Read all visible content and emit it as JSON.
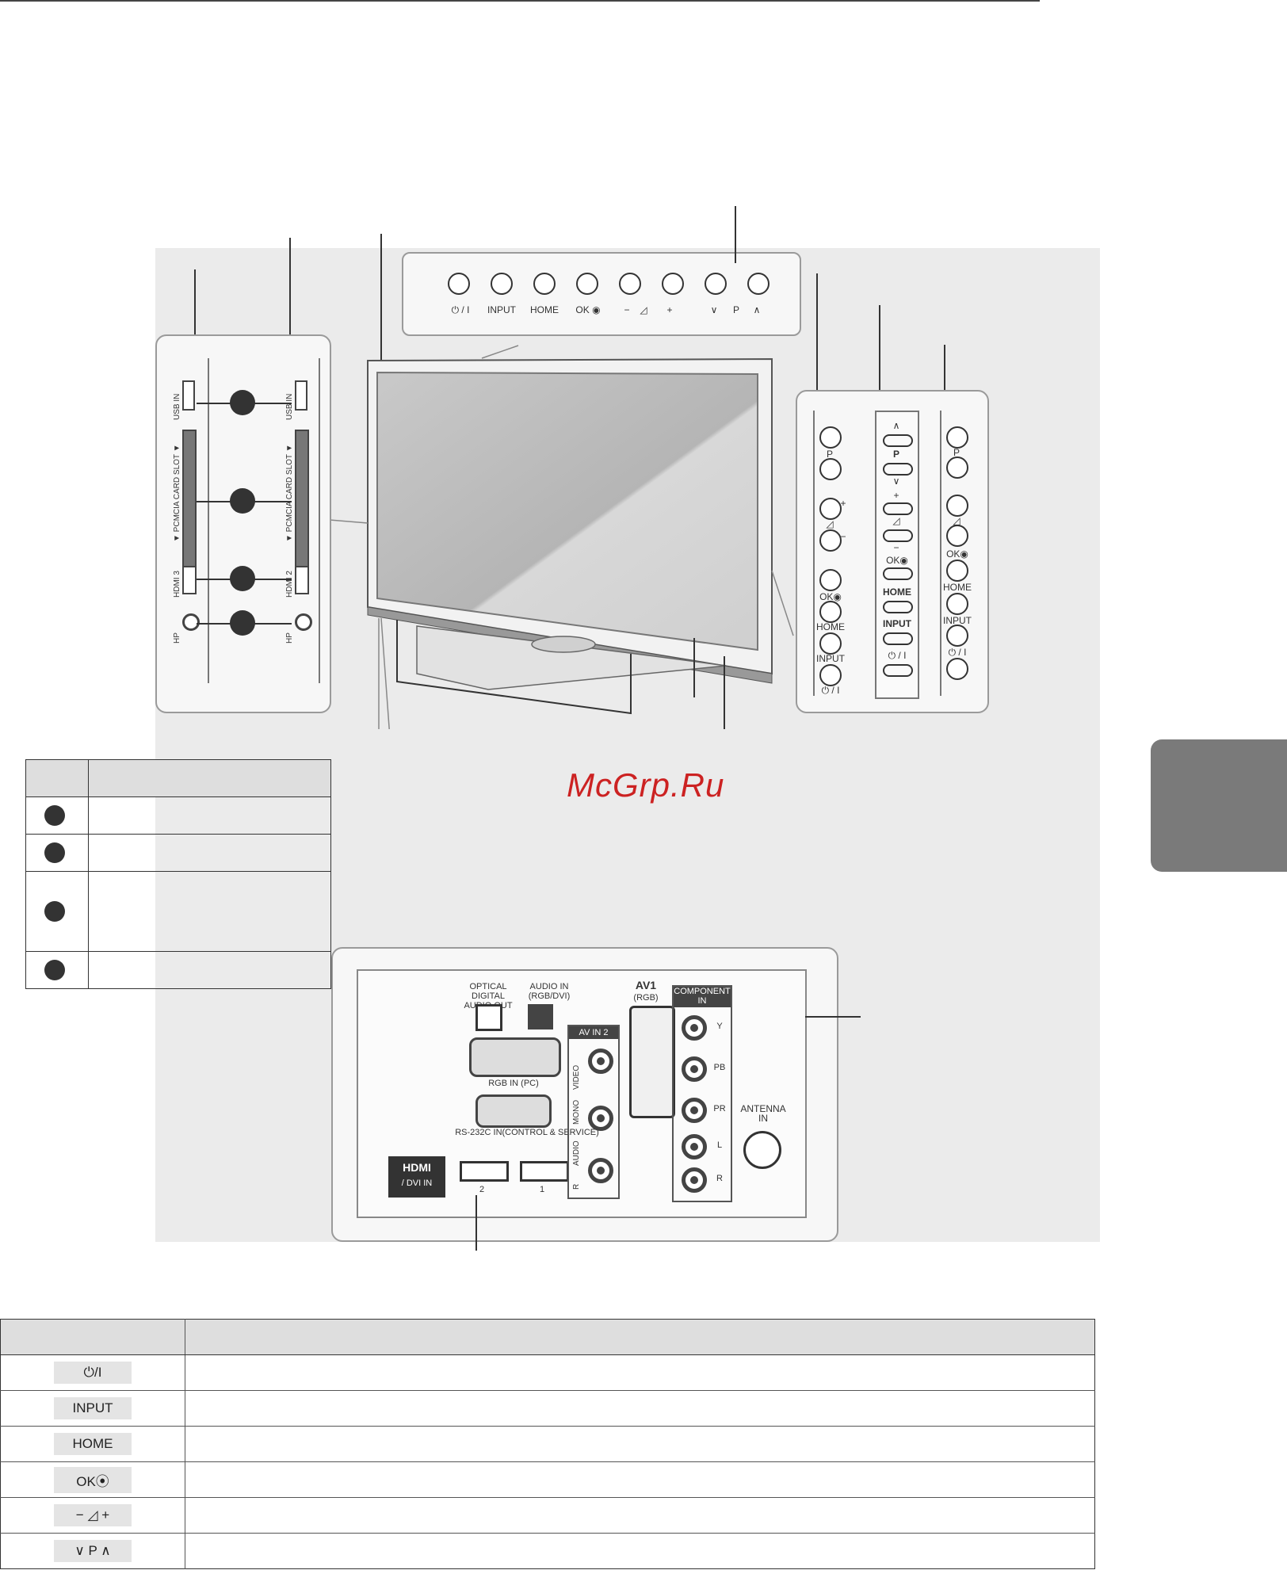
{
  "page": {
    "watermark": "McGrp.Ru"
  },
  "front_panel": {
    "buttons": [
      "⏻ / I",
      "INPUT",
      "HOME",
      "OK ◉",
      "−",
      "◿",
      "+",
      "∨",
      "P",
      "∧"
    ]
  },
  "side_panel": {
    "left_labels": [
      "USB IN",
      "▼ PCMCIA CARD SLOT ▼",
      "HDMI 3",
      "HP"
    ],
    "right_labels": [
      "USB IN",
      "▼ PCMCIA CARD SLOT ▼",
      "HDMI 2",
      "HP"
    ]
  },
  "right_panels": {
    "panel_a": [
      "P",
      "+",
      "◿",
      "−",
      "OK◉",
      "HOME",
      "INPUT",
      "⏻ / I"
    ],
    "panel_b": [
      "∧",
      "P",
      "∨",
      "+",
      "◿",
      "−",
      "OK◉",
      "HOME",
      "INPUT",
      "⏻ / I"
    ],
    "panel_c": [
      "P",
      "◿",
      "OK◉",
      "HOME",
      "INPUT",
      "⏻ / I"
    ]
  },
  "rear_panel": {
    "optical": "OPTICAL DIGITAL\nAUDIO OUT",
    "audio_in": "AUDIO IN\n(RGB/DVI)",
    "av1": "AV1",
    "av1_sub": "(RGB)",
    "component": "COMPONENT\nIN",
    "av_in2": "AV IN 2",
    "rgb_in": "RGB IN (PC)",
    "rs232": "RS-232C IN(CONTROL & SERVICE)",
    "hdmi_dvi": "/ DVI IN",
    "hdmi_logo": "HDMI",
    "hdmi_ports": [
      "2",
      "1"
    ],
    "antenna": "ANTENNA\nIN",
    "component_labels": [
      "Y",
      "PB",
      "PR",
      "L",
      "R"
    ],
    "video_label": "VIDEO",
    "audio_label": "AUDIO",
    "av2_labels": [
      "VIDEO",
      "MONO",
      "AUDIO",
      "R"
    ]
  },
  "table_small": {
    "headers": [
      "",
      ""
    ],
    "rows": [
      "",
      "",
      "",
      ""
    ]
  },
  "table_large": {
    "headers": [
      "",
      ""
    ],
    "symbols": [
      "⏻/I",
      "INPUT",
      "HOME",
      "OK⦿",
      "−  ◿  +",
      "∨  P  ∧"
    ],
    "descriptions": [
      "",
      "",
      "",
      "",
      "",
      ""
    ]
  },
  "colors": {
    "diagram_bg": "#ebebeb",
    "side_tab": "#7a7a7a",
    "watermark": "#cc2222"
  }
}
